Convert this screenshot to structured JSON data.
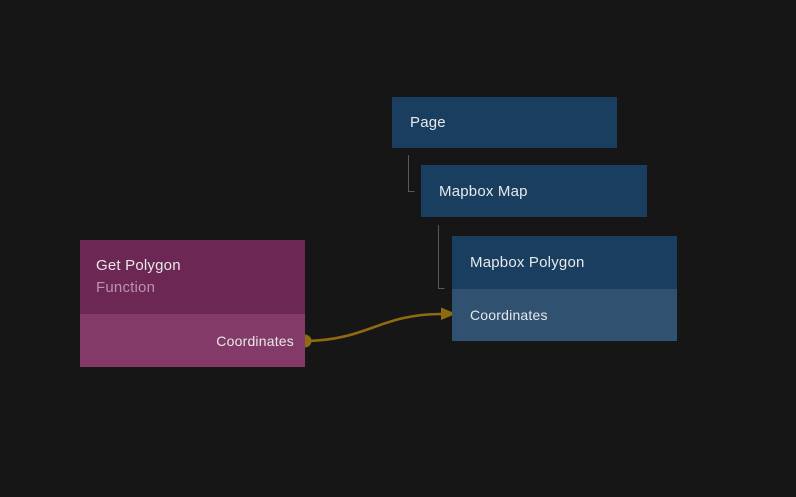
{
  "colors": {
    "bg": "#161616",
    "node_blue": "#1a3e60",
    "node_blue_row": "#315170",
    "purple_header": "#6c2754",
    "purple_row": "#833a69",
    "connection": "#906a11",
    "tree_line": "#56595d",
    "text_primary": "#e7e9ea",
    "text_subtitle": "#bb93ad"
  },
  "component_tree": {
    "root": {
      "label": "Page"
    },
    "child": {
      "label": "Mapbox Map"
    },
    "grandchild": {
      "label": "Mapbox Polygon",
      "input_port_label": "Coordinates"
    }
  },
  "function_node": {
    "title": "Get Polygon",
    "subtitle": "Function",
    "output_port_label": "Coordinates"
  }
}
